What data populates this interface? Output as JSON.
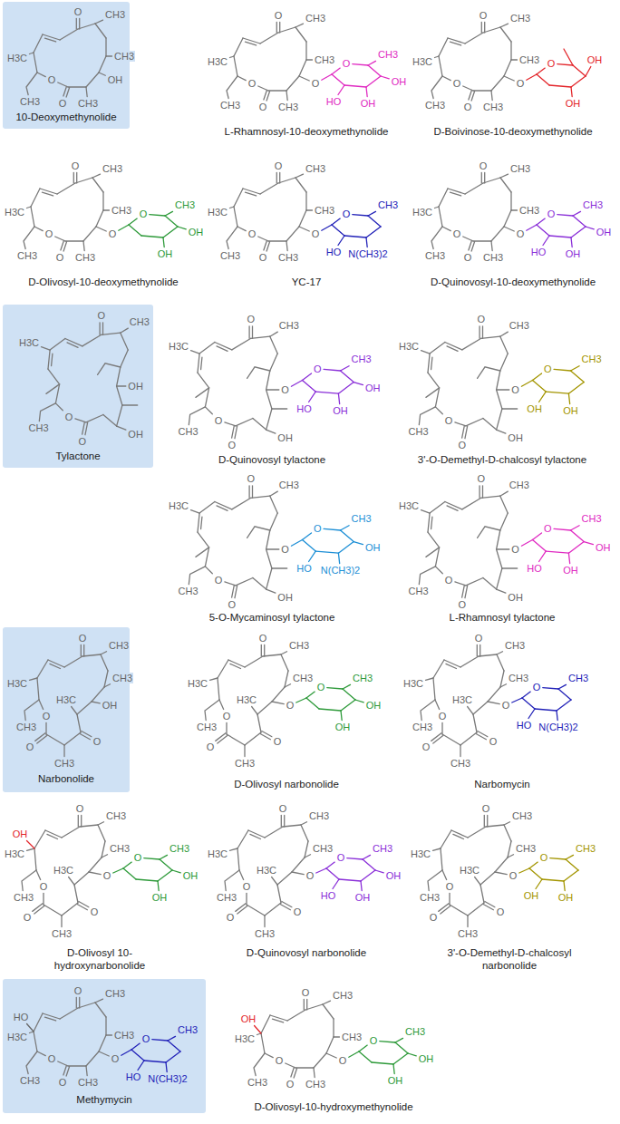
{
  "diagram": {
    "nodes": [
      {
        "text": [
          "O",
          "CH3",
          "H3C",
          "CH3",
          "O",
          "O",
          "CH3",
          "OH",
          "CH3",
          "10-Deoxymethynolide"
        ]
      },
      {
        "text": [
          "O",
          "CH3",
          "H3C",
          "CH3",
          "O",
          "O",
          "OH",
          "OH",
          "Tylactone"
        ]
      },
      {
        "text": [
          "O",
          "CH3",
          "H3C",
          "CH3",
          "O",
          "O",
          "CH3",
          "O",
          "H3C",
          "OH",
          "CH3",
          "Narbonolide"
        ]
      },
      {
        "text": [
          "O",
          "CH3",
          "H3C",
          "CH3",
          "O",
          "O",
          "CH3",
          "O",
          "CH3",
          "HO",
          "O",
          "CH3",
          "N(CH3)2",
          "HO",
          "Methymycin"
        ]
      }
    ],
    "labels": [
      "O",
      "CH3",
      "H3C",
      "CH3",
      "O",
      "O",
      "CH3",
      "O",
      "CH3",
      "O",
      "CH3",
      "OH",
      "OH",
      "HO",
      "L-Rhamnosyl-10-deoxymethynolide",
      "O",
      "CH3",
      "H3C",
      "CH3",
      "O",
      "O",
      "CH3",
      "O",
      "CH3",
      "O",
      "OH",
      "OH",
      "D-Boivinose-10-deoxymethynolide",
      "O",
      "CH3",
      "H3C",
      "CH3",
      "O",
      "O",
      "CH3",
      "O",
      "CH3",
      "O",
      "CH3",
      "OH",
      "OH",
      "D-Olivosyl-10-deoxymethynolide",
      "O",
      "CH3",
      "H3C",
      "CH3",
      "O",
      "O",
      "CH3",
      "O",
      "CH3",
      "O",
      "CH3",
      "N(CH3)2",
      "HO",
      "YC-17",
      "O",
      "CH3",
      "H3C",
      "CH3",
      "O",
      "O",
      "CH3",
      "O",
      "CH3",
      "O",
      "CH3",
      "OH",
      "OH",
      "HO",
      "D-Quinovosyl-10-deoxymethynolide",
      "O",
      "CH3",
      "H3C",
      "CH3",
      "O",
      "O",
      "OH",
      "O",
      "O",
      "CH3",
      "OH",
      "OH",
      "HO",
      "D-Quinovosyl tylactone",
      "O",
      "CH3",
      "H3C",
      "CH3",
      "O",
      "O",
      "OH",
      "O",
      "O",
      "CH3",
      "OH",
      "OH",
      "3'-O-Demethyl-D-chalcosyl tylactone",
      "O",
      "CH3",
      "H3C",
      "CH3",
      "O",
      "O",
      "OH",
      "O",
      "O",
      "CH3",
      "OH",
      "N(CH3)2",
      "HO",
      "5-O-Mycaminosyl tylactone",
      "O",
      "CH3",
      "H3C",
      "CH3",
      "O",
      "O",
      "OH",
      "O",
      "O",
      "CH3",
      "OH",
      "OH",
      "HO",
      "L-Rhamnosyl tylactone",
      "O",
      "CH3",
      "H3C",
      "CH3",
      "O",
      "O",
      "CH3",
      "O",
      "H3C",
      "O",
      "CH3",
      "O",
      "CH3",
      "OH",
      "OH",
      "D-Olivosyl narbonolide",
      "O",
      "CH3",
      "H3C",
      "CH3",
      "O",
      "O",
      "CH3",
      "O",
      "H3C",
      "O",
      "CH3",
      "O",
      "CH3",
      "N(CH3)2",
      "HO",
      "Narbomycin",
      "O",
      "CH3",
      "H3C",
      "CH3",
      "O",
      "O",
      "CH3",
      "O",
      "H3C",
      "O",
      "CH3",
      "OH",
      "O",
      "CH3",
      "OH",
      "OH",
      "D-Olivosyl 10-hydroxynarbonolide",
      "O",
      "CH3",
      "H3C",
      "CH3",
      "O",
      "O",
      "CH3",
      "O",
      "H3C",
      "O",
      "CH3",
      "O",
      "CH3",
      "OH",
      "OH",
      "HO",
      "D-Quinovosyl narbonolide",
      "O",
      "CH3",
      "H3C",
      "CH3",
      "O",
      "O",
      "CH3",
      "O",
      "H3C",
      "O",
      "CH3",
      "O",
      "CH3",
      "OH",
      "OH",
      "3'-O-Demethyl-D-chalcosyl narbonolide",
      "O",
      "CH3",
      "H3C",
      "CH3",
      "O",
      "O",
      "CH3",
      "O",
      "CH3",
      "OH",
      "O",
      "CH3",
      "OH",
      "OH",
      "D-Olivosyl-10-hydroxymethynolide"
    ]
  }
}
